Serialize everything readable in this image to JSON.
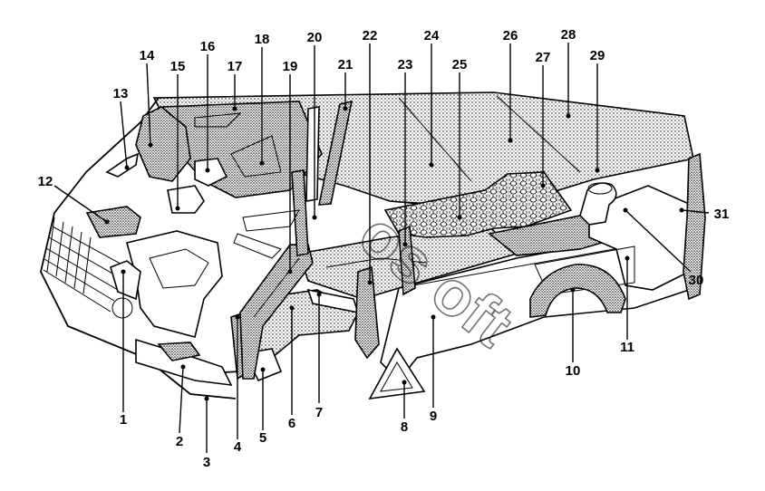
{
  "diagram": {
    "callouts": [
      "1",
      "2",
      "3",
      "4",
      "5",
      "6",
      "7",
      "8",
      "9",
      "10",
      "11",
      "12",
      "13",
      "14",
      "15",
      "16",
      "17",
      "18",
      "19",
      "20",
      "21",
      "22",
      "23",
      "24",
      "25",
      "26",
      "27",
      "28",
      "29",
      "30",
      "31"
    ],
    "watermark": "os oft"
  }
}
